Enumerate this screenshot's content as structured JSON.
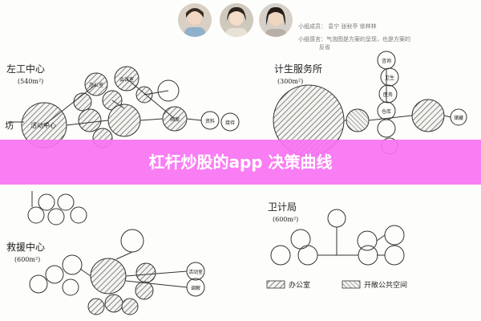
{
  "header": {
    "members_line": "小组成员：  袁宁  张秋亭  徐林林",
    "feelings_line_1": "小组感言：气泡图是方案的呈现，也是方案的",
    "feelings_line_2": "反省"
  },
  "banner": {
    "title": "杠杆炒股的app 决策曲线"
  },
  "sketch": {
    "zone_zuo_title": "左工中心",
    "zone_zuo_area": "(540m²)",
    "zone_jishu_title": "计生服务所",
    "zone_jishu_area": "(300m²)",
    "zone_weisheng_title": "卫计局",
    "zone_weisheng_area": "(600m²)",
    "zone_jiuzhu_title": "救援中心",
    "zone_jiuzhu_area": "(600m²)",
    "side_label": "坊",
    "hub_label": "活动中心",
    "legend_office": "办公室",
    "legend_public": "开敞公共空间",
    "bubble_labels": [
      "办公室",
      "会议室",
      "档案",
      "资料",
      "接待",
      "咨询",
      "卫生",
      "医务",
      "仓库",
      "储藏",
      "活动室",
      "调解"
    ]
  },
  "colors": {
    "banner": "#f872f2",
    "ink": "#333333",
    "hatch": "#555555"
  }
}
